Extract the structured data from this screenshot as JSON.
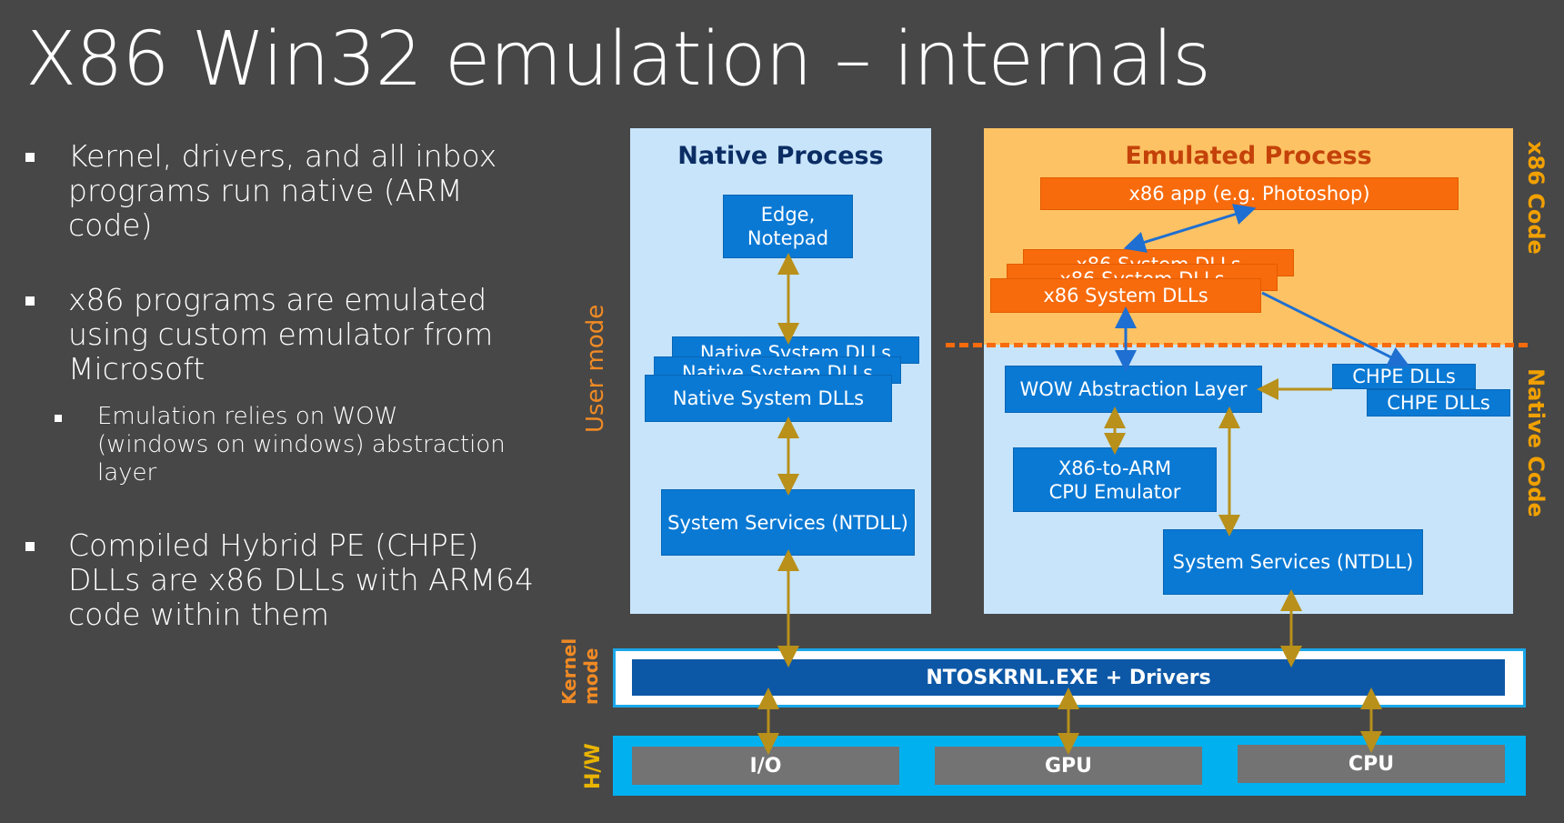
{
  "slide": {
    "title": "X86 Win32 emulation – internals",
    "bullets": [
      {
        "line1": "Kernel, drivers, and all inbox",
        "line2": "programs run native (ARM",
        "line3": "code)"
      },
      {
        "line1": "x86 programs are emulated",
        "line2": "using custom emulator from",
        "line3": "Microsoft"
      },
      {
        "line1": "Compiled Hybrid PE (CHPE)",
        "line2": "DLLs are x86 DLLs with ARM64",
        "line3": "code within them"
      }
    ],
    "subbullet": {
      "line1": "Emulation relies on WOW",
      "line2": "(windows on windows) abstraction",
      "line3": "layer"
    }
  },
  "diagram": {
    "native_process": {
      "title": "Native Process",
      "edge_notepad": {
        "line1": "Edge,",
        "line2": "Notepad"
      },
      "native_dlls": "Native System DLLs",
      "system_services": "System Services (NTDLL)"
    },
    "emulated_process": {
      "title": "Emulated Process",
      "x86_app": "x86 app (e.g. Photoshop)",
      "x86_dlls": "x86 System DLLs",
      "wow_layer": "WOW Abstraction Layer",
      "chpe_dlls": "CHPE DLLs",
      "emulator": {
        "line1": "X86-to-ARM",
        "line2": "CPU Emulator"
      },
      "system_services": "System Services (NTDLL)"
    },
    "kernel": "NTOSKRNL.EXE + Drivers",
    "hardware": {
      "io": "I/O",
      "gpu": "GPU",
      "cpu": "CPU"
    },
    "side_labels": {
      "user_mode": "User mode",
      "kernel_mode_1": "Kernel",
      "kernel_mode_2": "mode",
      "hw": "H/W",
      "x86_code": "x86 Code",
      "native_code": "Native Code"
    },
    "colors": {
      "background": "#474747",
      "panel_blue": "#c7e4fb",
      "panel_orange": "#fdc263",
      "box_blue": "#0a79d4",
      "box_orange": "#f76b0d",
      "kernel_bar": "#0d58a6",
      "hw_strip": "#00b0ef",
      "hw_box": "#737373",
      "arrow_gold": "#b8901a",
      "arrow_blue": "#1e6fd1",
      "label_orange": "#f08a24"
    }
  }
}
